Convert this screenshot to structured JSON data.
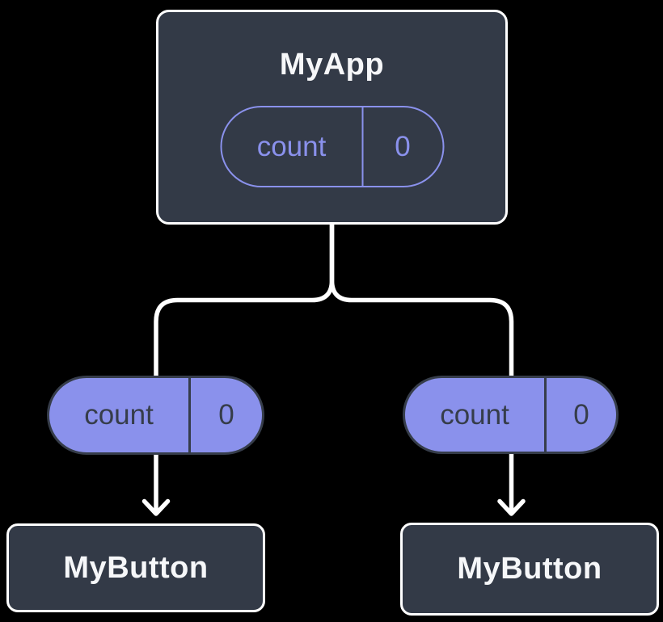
{
  "colors": {
    "background": "#000000",
    "component_box": "#333a47",
    "box_border": "#ffffff",
    "accent_purple": "#8a91ec",
    "pill_dark": "#363d4a",
    "title_text": "#f6f7f9",
    "connector": "#ffffff"
  },
  "diagram": {
    "root_component": {
      "title": "MyApp",
      "state_pill": {
        "label": "count",
        "value": "0"
      }
    },
    "left_branch": {
      "prop_pill": {
        "label": "count",
        "value": "0"
      },
      "child_component": {
        "title": "MyButton"
      }
    },
    "right_branch": {
      "prop_pill": {
        "label": "count",
        "value": "0"
      },
      "child_component": {
        "title": "MyButton"
      }
    }
  }
}
